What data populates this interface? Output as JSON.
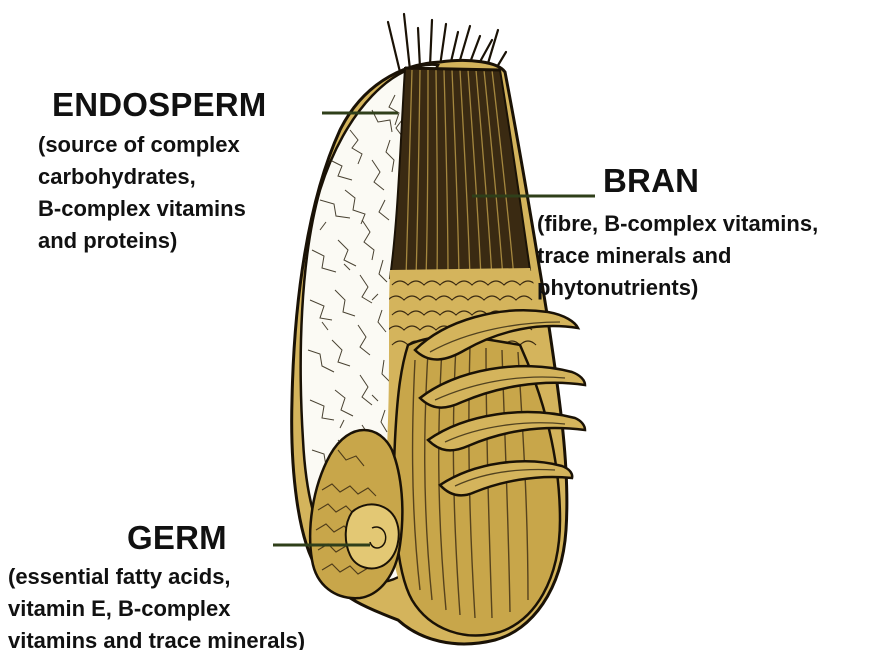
{
  "colors": {
    "husk": "#d4b45c",
    "husk_dark": "#b8953a",
    "bran_dark": "#3a2a12",
    "outline": "#1a1206",
    "endosperm": "#fbfaf4",
    "leader_line": "#2f3f1a"
  },
  "labels": {
    "endosperm": {
      "title": "ENDOSPERM",
      "lines": [
        "(source of complex",
        "carbohydrates,",
        "B-complex vitamins",
        "and proteins)"
      ]
    },
    "bran": {
      "title": "BRAN",
      "lines": [
        "(fibre, B-complex vitamins,",
        "trace minerals and",
        "phytonutrients)"
      ]
    },
    "germ": {
      "title": "GERM",
      "lines": [
        "(essential fatty acids,",
        "vitamin E, B-complex",
        "vitamins and trace minerals)"
      ]
    }
  }
}
